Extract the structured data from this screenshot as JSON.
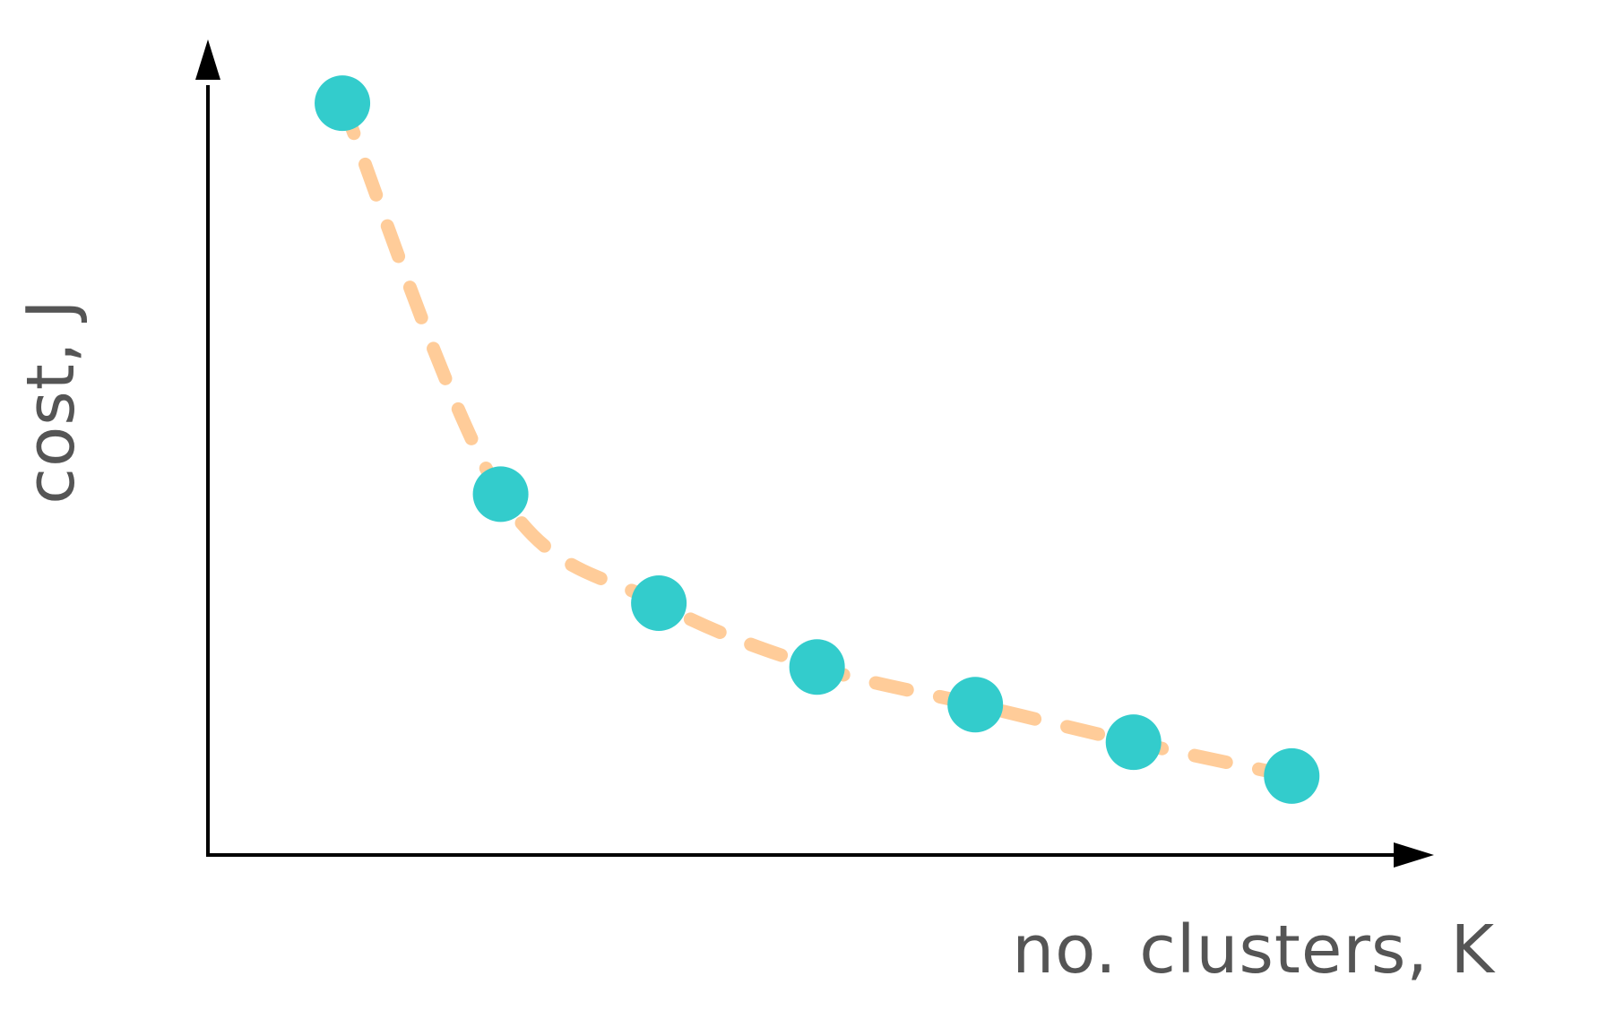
{
  "chart_data": {
    "type": "line",
    "title": "",
    "xlabel": "no. clusters, K",
    "ylabel": "cost, J",
    "x": [
      1,
      2,
      3,
      4,
      5,
      6,
      7
    ],
    "series": [
      {
        "values": [
          100,
          48,
          33.5,
          25,
          20,
          15,
          10.5
        ]
      }
    ],
    "xlim": [
      0.15,
      7.65
    ],
    "ylim": [
      0,
      108
    ],
    "grid": false,
    "legend": "none",
    "axis_ticks": false,
    "colors": {
      "point": "#33CCCC",
      "line": "#FFCC99",
      "axis": "#000000",
      "label": "#555555"
    },
    "line_style": "dashed"
  }
}
